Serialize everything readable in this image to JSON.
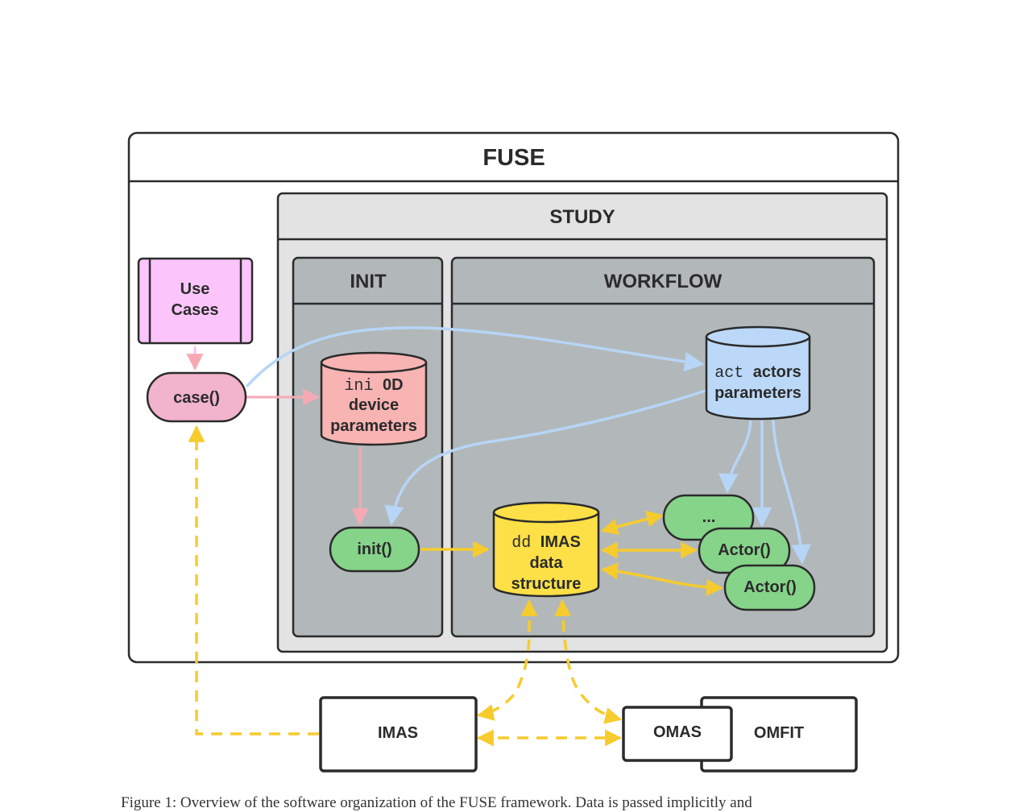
{
  "fuse": {
    "title": "FUSE"
  },
  "study": {
    "title": "STUDY"
  },
  "init_panel": {
    "title": "INIT"
  },
  "workflow_panel": {
    "title": "WORKFLOW"
  },
  "use_cases": {
    "line1": "Use",
    "line2": "Cases"
  },
  "case_fn": {
    "label": "case()"
  },
  "ini_db": {
    "prefix": "ini",
    "line1": "0D",
    "line2": "device",
    "line3": "parameters"
  },
  "act_db": {
    "prefix": "act",
    "line1": "actors",
    "line2": "parameters"
  },
  "init_fn": {
    "label": "init()"
  },
  "dd_db": {
    "prefix": "dd",
    "line1": "IMAS",
    "line2": "data",
    "line3": "structure"
  },
  "actors": {
    "more": "...",
    "actor1": "Actor()",
    "actor2": "Actor()"
  },
  "external": {
    "imas": "IMAS",
    "omas": "OMAS",
    "omfit": "OMFIT"
  },
  "caption": {
    "text": "Figure 1: Overview of the software organization of the FUSE framework. Data is passed implicitly and"
  },
  "colors": {
    "pink_arrow": "#f6a9b4",
    "blue_arrow": "#b7d5f7",
    "yellow_arrow": "#f6cb2e",
    "use_cases_fill": "#fbc5fb",
    "case_fill": "#f2b3cd",
    "ini_fill": "#f8b3b3",
    "act_fill": "#bcd8f8",
    "green_fill": "#86d38a",
    "dd_fill": "#fde047",
    "study_fill": "#e3e3e3",
    "panel_fill": "#b2b8b9"
  }
}
